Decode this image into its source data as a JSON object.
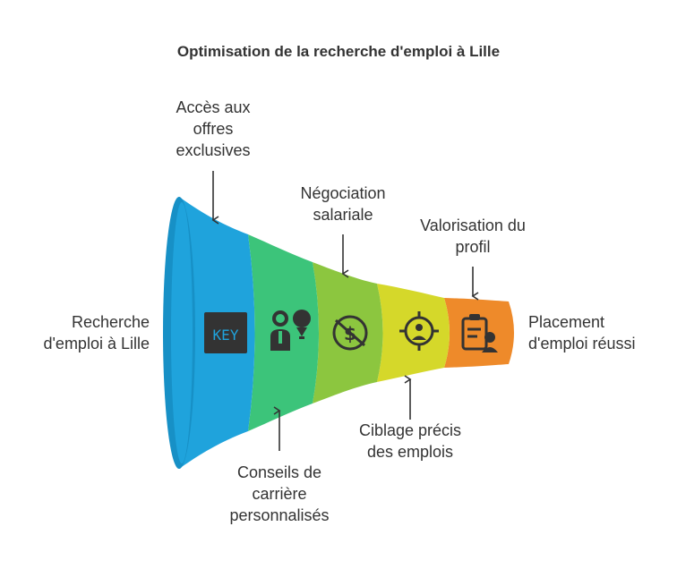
{
  "title": "Optimisation de la recherche d'emploi à Lille",
  "start_label_lines": [
    "Recherche",
    "d'emploi à Lille"
  ],
  "end_label_lines": [
    "Placement",
    "d'emploi réussi"
  ],
  "stages": [
    {
      "label_lines": [
        "Accès aux",
        "offres",
        "exclusives"
      ],
      "icon": "key-icon",
      "color": "#1fa3dc",
      "label_pos": "top"
    },
    {
      "label_lines": [
        "Conseils de",
        "carrière",
        "personnalisés"
      ],
      "icon": "advisor-idea-icon",
      "color": "#3cc47a",
      "label_pos": "bottom"
    },
    {
      "label_lines": [
        "Négociation",
        "salariale"
      ],
      "icon": "dollar-cycle-icon",
      "color": "#8cc63f",
      "label_pos": "top"
    },
    {
      "label_lines": [
        "Ciblage précis",
        "des emplois"
      ],
      "icon": "target-person-icon",
      "color": "#d5d82a",
      "label_pos": "bottom"
    },
    {
      "label_lines": [
        "Valorisation du",
        "profil"
      ],
      "icon": "profile-clipboard-icon",
      "color": "#ee8a2a",
      "label_pos": "top"
    }
  ],
  "key_icon_text": "KEY"
}
